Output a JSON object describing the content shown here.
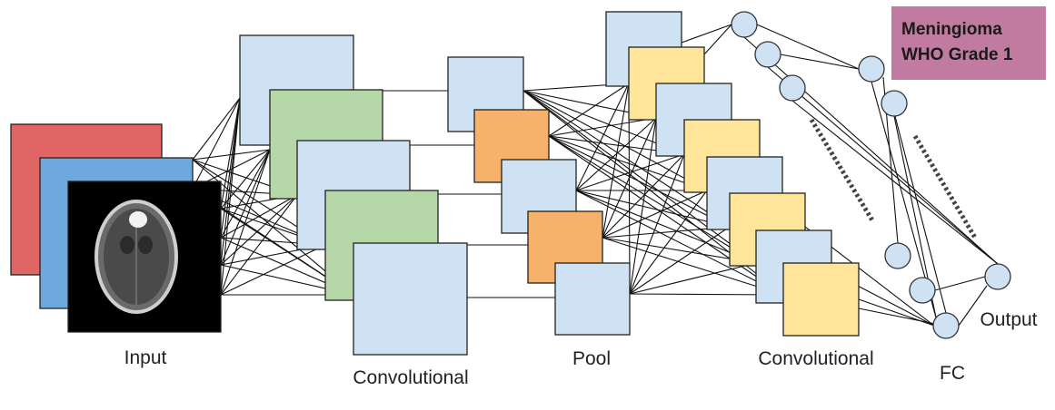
{
  "labels": {
    "input": "Input",
    "conv1": "Convolutional",
    "pool": "Pool",
    "conv2": "Convolutional",
    "fc": "FC",
    "output": "Output"
  },
  "badge": {
    "line1": "Meningioma",
    "line2": "WHO Grade 1"
  },
  "colors": {
    "red": "#e06666",
    "blue": "#6fa8dc",
    "light_blue": "#cfe2f3",
    "green": "#b6d7a8",
    "orange": "#f6b26b",
    "yellow": "#ffe599",
    "badge": "#c27ba0",
    "mri_bg": "#000000"
  }
}
